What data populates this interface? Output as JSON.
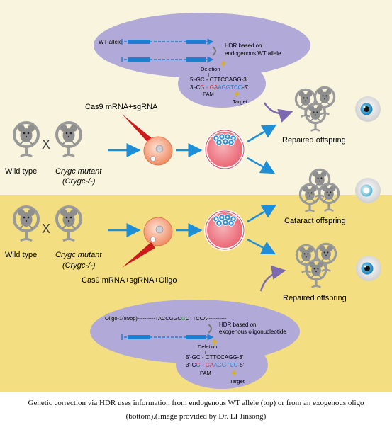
{
  "colors": {
    "top_panel_bg": "#f8f4de",
    "bottom_panel_bg": "#f3df82",
    "bubble": "#b1a9d7",
    "arrow_blue": "#1e8fd6",
    "dna_blue": "#1e7fd0",
    "needle_red": "#cc1b1b",
    "mutation_red": "#d4262a",
    "pam_blue": "#1e7fd0",
    "oligo_green": "#2e9a3c",
    "mouse_gray": "#8e8e8e",
    "zygote_fill": "#f4a98a",
    "blastocyst_fill": "#ee7f8a",
    "curved_arrow": "#7b6ab0"
  },
  "top": {
    "cross_symbol": "X",
    "wild_type_label": "Wild type",
    "mutant_label": "Crygc mutant",
    "genotype_label": "(Crygc-/-)",
    "injection_label": "Cas9 mRNA+sgRNA",
    "offspring_1": "Repaired offspring",
    "bubble": {
      "allele_label": "WT allele",
      "hdr_label_1": "HDR based on",
      "hdr_label_2": "endogenous WT allele",
      "deletion_label": "Deletion",
      "seq_top": "5'-GC - CTTCCAGG-3'",
      "seq_bottom_prefix": "3'-C",
      "seq_bottom_red": "G - GA",
      "seq_bottom_blue": "AGGTCC",
      "seq_bottom_suffix": "-5'",
      "pam_label": "PAM",
      "target_label": "Target"
    }
  },
  "bottom": {
    "cross_symbol": "X",
    "wild_type_label": "Wild type",
    "mutant_label": "Crygc mutant",
    "genotype_label": "(Crygc-/-)",
    "injection_label": "Cas9 mRNA+sgRNA+Oligo",
    "offspring_1": "Cataract offspring",
    "offspring_2": "Repaired offspring",
    "bubble": {
      "oligo_label_prefix": "Oligo-1(89bp)----------TACCGGC",
      "oligo_label_green": "G",
      "oligo_label_suffix": "CTTCCA-----------",
      "hdr_label_1": "HDR based on",
      "hdr_label_2": "exogenous oligonucleotide",
      "deletion_label": "Deletion",
      "seq_top": "5'-GC - CTTCCAGG-3'",
      "seq_bottom_prefix": "3'-C",
      "seq_bottom_red": "G - GA",
      "seq_bottom_blue": "AGGTCC",
      "seq_bottom_suffix": "-5'",
      "pam_label": "PAM",
      "target_label": "Target"
    }
  },
  "caption_line_1": "Genetic correction via HDR uses information from endogenous WT allele (top) or from an exogenous oligo",
  "caption_line_2": "(bottom).(Image provided by Dr. LI Jinsong)"
}
